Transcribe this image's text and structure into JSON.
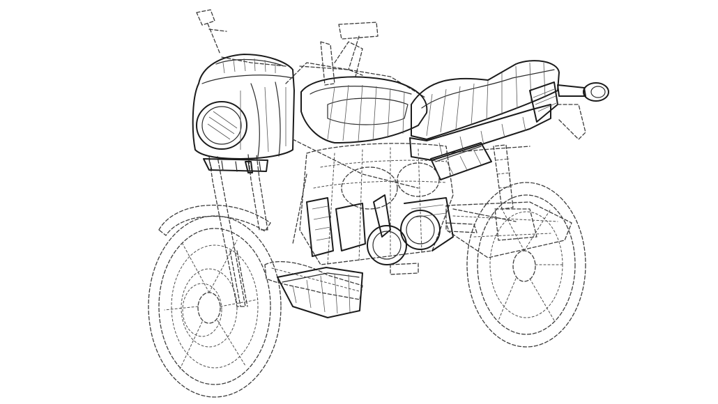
{
  "drawing": {
    "kind": "patent-style line drawing",
    "subject": "motorcycle",
    "solid_parts": [
      "headlight-fairing",
      "fuel-tank",
      "seat",
      "tail-light",
      "fork-clamp",
      "side-cover",
      "engine-covers",
      "belly-pan"
    ],
    "dashed_parts": [
      "front-wheel",
      "rear-wheel",
      "frame",
      "engine",
      "exhaust",
      "mirrors",
      "handlebars",
      "swingarm",
      "rear-shock"
    ],
    "colors": {
      "background": "#ffffff",
      "ink": "#1b1b1b",
      "dash_ink": "#3a3a3a"
    }
  }
}
